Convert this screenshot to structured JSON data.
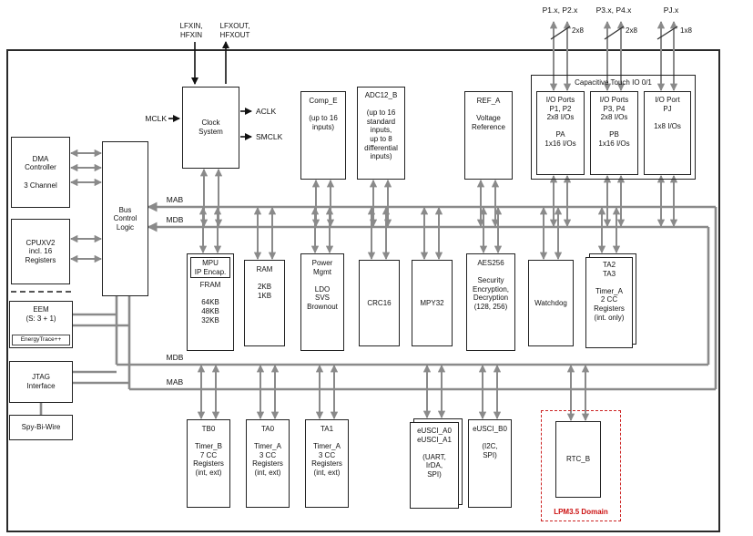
{
  "colors": {
    "connector_gray": "#8a8a8a",
    "lpm_red": "#cc2222",
    "box_border": "#222222"
  },
  "crystal": {
    "in_label": [
      "LFXIN,",
      "HFXIN"
    ],
    "out_label": [
      "LFXOUT,",
      "HFXOUT"
    ]
  },
  "clocks": {
    "mclk": "MCLK",
    "aclk": "ACLK",
    "smclk": "SMCLK"
  },
  "buses": {
    "mab_top": "MAB",
    "mdb_top": "MDB",
    "mdb_bottom": "MDB",
    "mab_bottom": "MAB"
  },
  "ports": [
    {
      "name": "P1.x, P2.x",
      "width": "2x8"
    },
    {
      "name": "P3.x, P4.x",
      "width": "2x8"
    },
    {
      "name": "PJ.x",
      "width": "1x8"
    }
  ],
  "cap_touch_header": "Capacitive Touch IO 0/1",
  "lpm_domain": "LPM3.5 Domain",
  "blocks": {
    "clock": [
      "Clock",
      "System"
    ],
    "dma": [
      "DMA",
      "Controller",
      "",
      "3 Channel"
    ],
    "cpu": [
      "CPUXV2",
      "incl. 16",
      "Registers"
    ],
    "bus_control": [
      "Bus",
      "Control",
      "Logic"
    ],
    "eem": [
      "EEM",
      "(S: 3 + 1)"
    ],
    "energytrace": "EnergyTrace++",
    "jtag": [
      "JTAG",
      "Interface"
    ],
    "sbw": "Spy-Bi-Wire",
    "comp": [
      "Comp_E",
      "",
      "(up to 16",
      "inputs)"
    ],
    "adc": [
      "ADC12_B",
      "",
      "(up to 16",
      "standard",
      "inputs,",
      "up to 8",
      "differential",
      "inputs)"
    ],
    "ref": [
      "REF_A",
      "",
      "Voltage",
      "Reference"
    ],
    "io12": [
      "I/O Ports",
      "P1, P2",
      "2x8 I/Os",
      "",
      "PA",
      "1x16 I/Os"
    ],
    "io34": [
      "I/O Ports",
      "P3, P4",
      "2x8 I/Os",
      "",
      "PB",
      "1x16 I/Os"
    ],
    "iopj": [
      "I/O Port",
      "PJ",
      "",
      "1x8 I/Os"
    ],
    "mpu": [
      "MPU",
      "IP Encap."
    ],
    "fram": [
      "FRAM",
      "",
      "64KB",
      "48KB",
      "32KB"
    ],
    "ram": [
      "RAM",
      "",
      "2KB",
      "1KB"
    ],
    "pmm": [
      "Power",
      "Mgmt",
      "",
      "LDO",
      "SVS",
      "Brownout"
    ],
    "crc": "CRC16",
    "mpy": "MPY32",
    "aes": [
      "AES256",
      "",
      "Security",
      "Encryption,",
      "Decryption",
      "(128, 256)"
    ],
    "wdt": "Watchdog",
    "ta23": [
      "TA2",
      "TA3",
      "",
      "Timer_A",
      "2 CC",
      "Registers",
      "(int. only)"
    ],
    "tb0": [
      "TB0",
      "",
      "Timer_B",
      "7 CC",
      "Registers",
      "(int, ext)"
    ],
    "ta0": [
      "TA0",
      "",
      "Timer_A",
      "3 CC",
      "Registers",
      "(int, ext)"
    ],
    "ta1": [
      "TA1",
      "",
      "Timer_A",
      "3 CC",
      "Registers",
      "(int, ext)"
    ],
    "usci_a": [
      "eUSCI_A0",
      "eUSCI_A1",
      "",
      "(UART,",
      "IrDA,",
      "SPI)"
    ],
    "usci_b": [
      "eUSCI_B0",
      "",
      "(I2C,",
      "SPI)"
    ],
    "rtc": "RTC_B"
  }
}
